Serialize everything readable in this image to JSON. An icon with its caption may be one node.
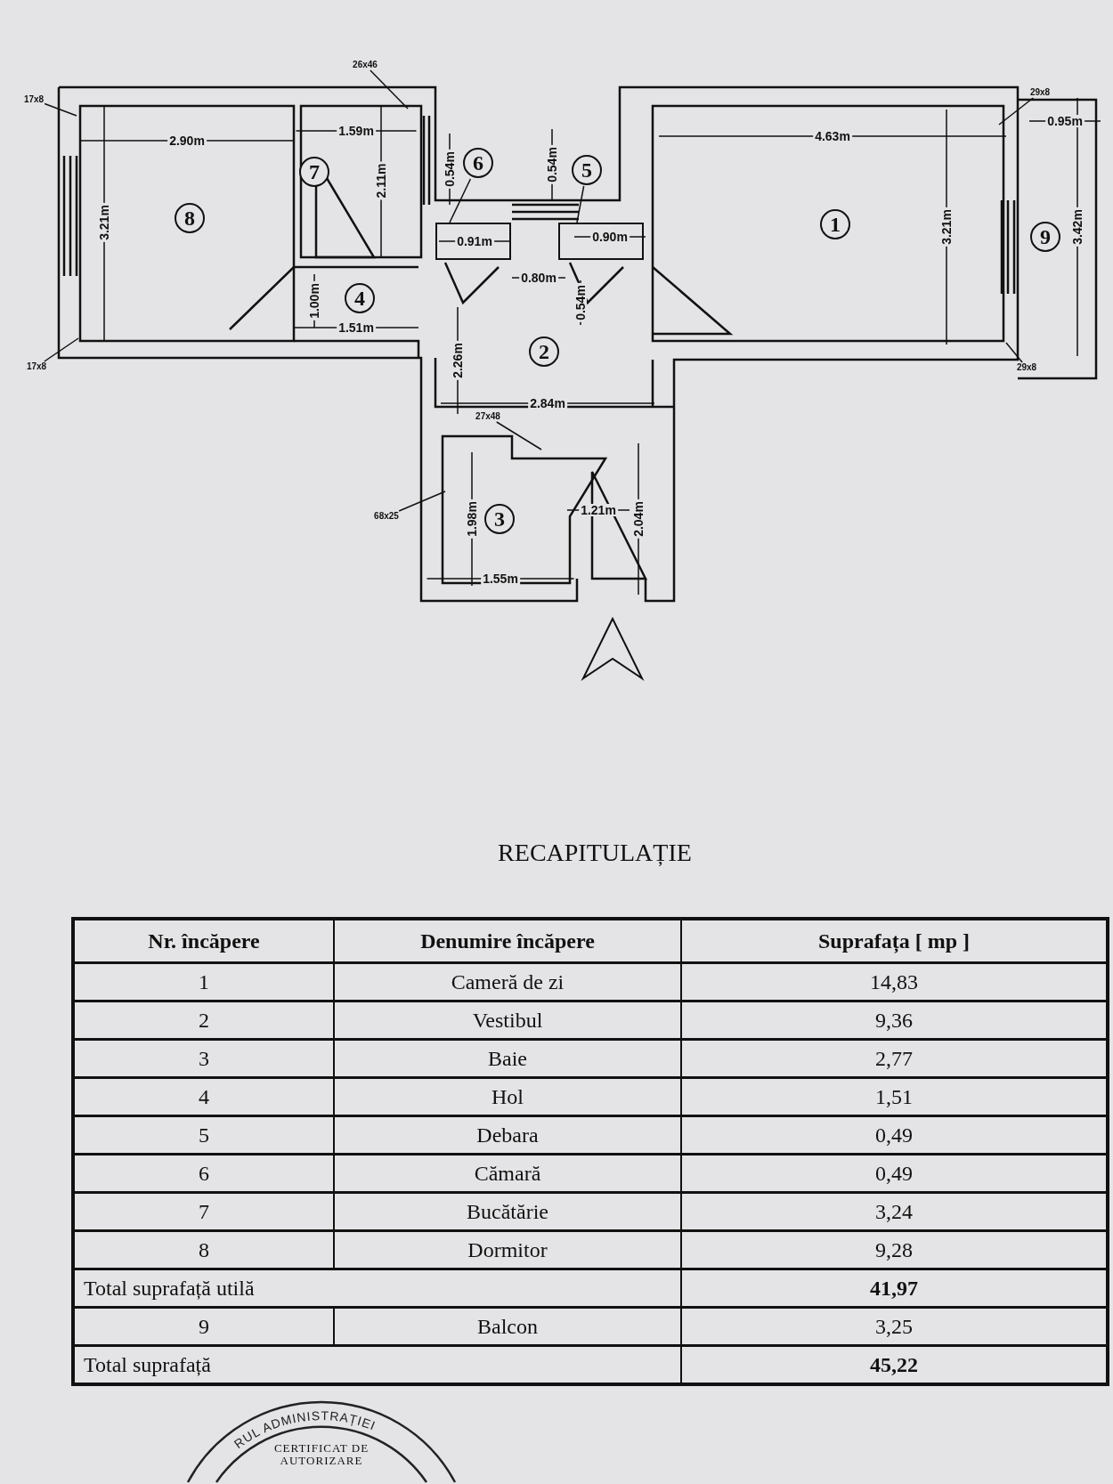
{
  "diagram": {
    "nodes": [
      {
        "text": [
          "8"
        ]
      },
      {
        "text": [
          "7"
        ]
      },
      {
        "text": [
          "6"
        ]
      },
      {
        "text": [
          "5"
        ]
      },
      {
        "text": [
          "1"
        ]
      },
      {
        "text": [
          "9"
        ]
      },
      {
        "text": [
          "4"
        ]
      },
      {
        "text": [
          "2"
        ]
      },
      {
        "text": [
          "3"
        ]
      },
      {
        "text": [],
        "shape": "box"
      },
      {
        "text": [],
        "shape": "box"
      },
      {
        "text": [
          "17x8"
        ]
      },
      {
        "text": [
          "26x46"
        ]
      },
      {
        "text": [
          "29x8"
        ]
      },
      {
        "text": [
          "17x8"
        ]
      },
      {
        "text": [
          "29x8"
        ]
      },
      {
        "text": [
          "27x48"
        ]
      },
      {
        "text": [
          "68x25"
        ]
      }
    ],
    "edges": [
      {
        "from": 2,
        "to": 9,
        "arrow": "none"
      },
      {
        "from": 3,
        "to": 10,
        "arrow": "none"
      },
      {
        "from": 11,
        "to": null,
        "arrow": "none"
      },
      {
        "from": 12,
        "to": null,
        "arrow": "none"
      },
      {
        "from": 13,
        "to": null,
        "arrow": "none"
      },
      {
        "from": 14,
        "to": null,
        "arrow": "none"
      },
      {
        "from": 15,
        "to": null,
        "arrow": "none"
      },
      {
        "from": 16,
        "to": null,
        "arrow": "none"
      },
      {
        "from": 17,
        "to": null,
        "arrow": "none"
      }
    ],
    "labels": [
      "2.90m",
      "1.59m",
      "3.21m",
      "2.11m",
      "0.54m",
      "0.54m",
      "0.91m",
      "0.80m",
      "0.90m",
      "0.54m",
      "4.63m",
      "0.95m",
      "3.21m",
      "3.42m",
      "1.00m",
      "1.51m",
      "2.26m",
      "2.84m",
      "1.98m",
      "1.21m",
      "2.04m",
      "1.55m",
      "RECAPITULAȚIE",
      "Nr. încăpere",
      "Denumire încăpere",
      "Suprafața [ mp ]",
      "1",
      "Cameră de zi",
      "14,83",
      "2",
      "Vestibul",
      "9,36",
      "3",
      "Baie",
      "2,77",
      "4",
      "Hol",
      "1,51",
      "5",
      "Debara",
      "0,49",
      "6",
      "Cămară",
      "0,49",
      "7",
      "Bucătărie",
      "3,24",
      "8",
      "Dormitor",
      "9,28",
      "Total suprafață utilă",
      "41,97",
      "9",
      "Balcon",
      "3,25",
      "Total suprafață",
      "45,22",
      "RUL ADMINISTRAȚIEI",
      "CERTIFICAT DE AUTORIZARE"
    ]
  }
}
